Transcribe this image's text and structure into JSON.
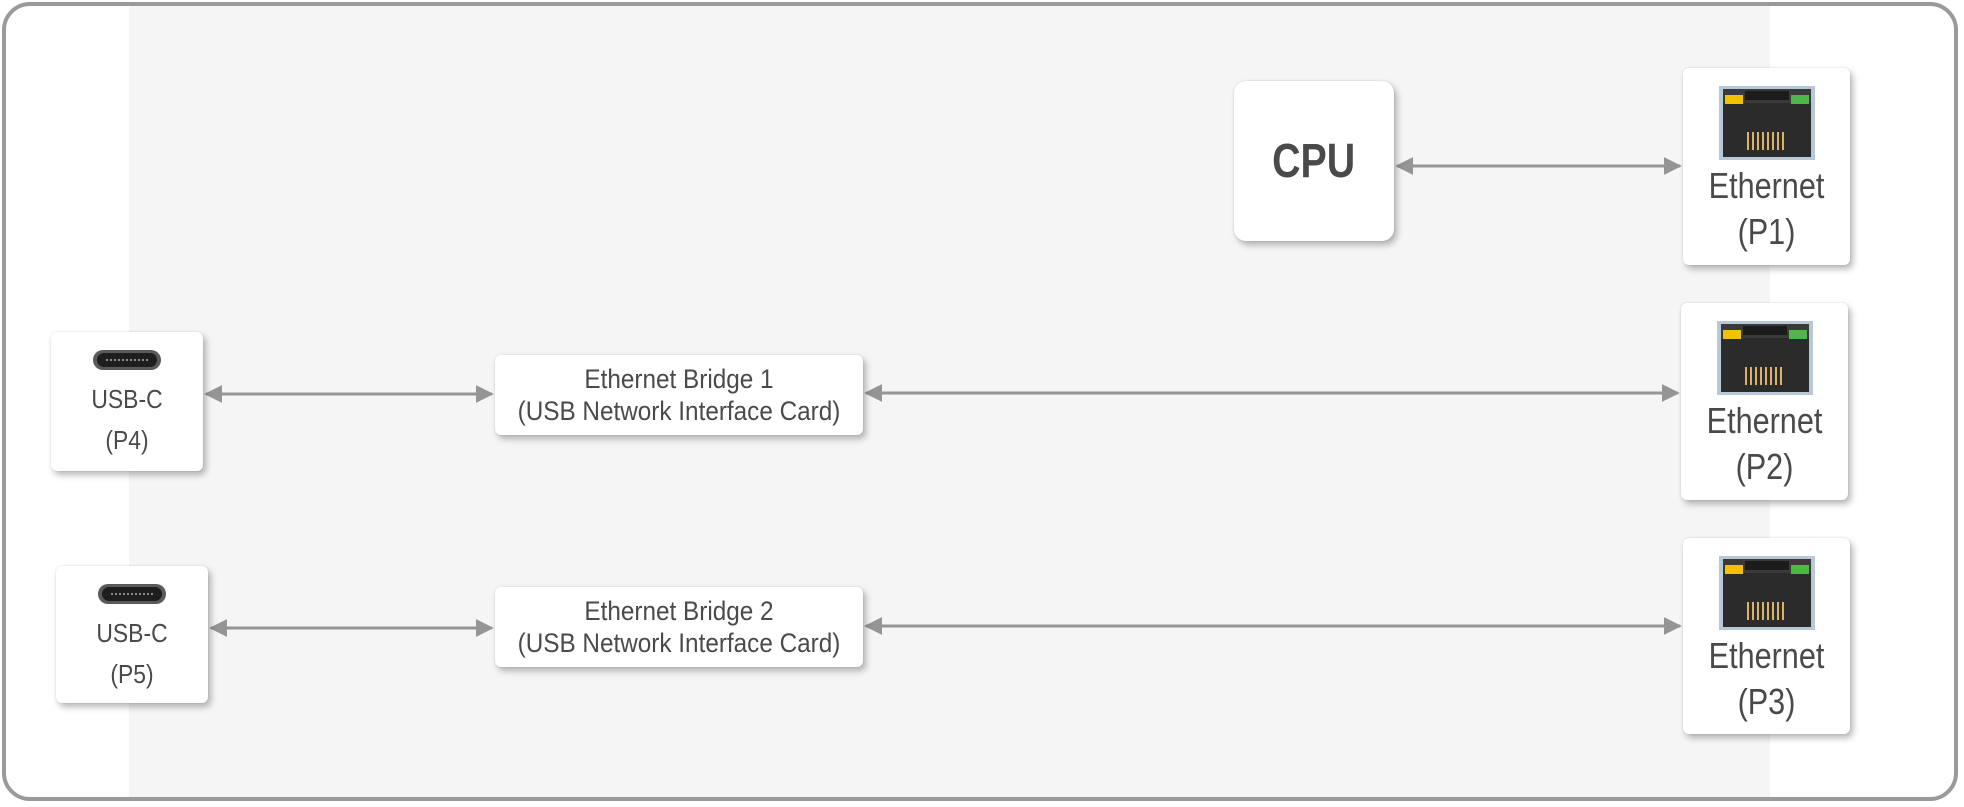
{
  "cpu": {
    "label": "CPU"
  },
  "ethernet_ports": [
    {
      "line1": "Ethernet",
      "line2": "(P1)",
      "icon": "rj45-jack-icon"
    },
    {
      "line1": "Ethernet",
      "line2": "(P2)",
      "icon": "rj45-jack-icon"
    },
    {
      "line1": "Ethernet",
      "line2": "(P3)",
      "icon": "rj45-jack-icon"
    }
  ],
  "usb_ports": [
    {
      "line1": "USB-C",
      "line2": "(P4)",
      "icon": "usb-c-port-icon"
    },
    {
      "line1": "USB-C",
      "line2": "(P5)",
      "icon": "usb-c-port-icon"
    }
  ],
  "bridges": [
    {
      "line1": "Ethernet Bridge 1",
      "line2": "(USB Network Interface Card)"
    },
    {
      "line1": "Ethernet Bridge 2",
      "line2": "(USB Network Interface Card)"
    }
  ],
  "colors": {
    "frame_border": "#9a9a9a",
    "panel_background": "#f5f5f5",
    "arrow": "#959595",
    "text": "#4a4a4a",
    "led_left": "#f2c200",
    "led_right": "#4db848"
  }
}
